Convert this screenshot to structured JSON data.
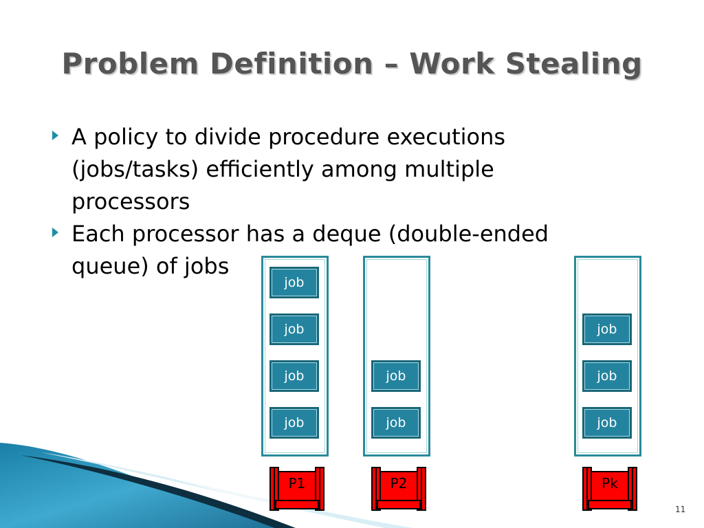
{
  "title": "Problem Definition – Work Stealing",
  "bullets": [
    "A policy to divide procedure executions (jobs/tasks) efficiently among multiple processors",
    "Each processor has a deque (double-ended queue) of jobs"
  ],
  "diagram": {
    "processors": [
      {
        "label": "P1",
        "jobs": [
          "job",
          "job",
          "job",
          "job"
        ]
      },
      {
        "label": "P2",
        "jobs": [
          "job",
          "job"
        ]
      },
      {
        "label": "Pk",
        "jobs": [
          "job",
          "job",
          "job"
        ]
      }
    ],
    "colors": {
      "job_fill": "#2484a0",
      "deque_border": "#2a8a9a",
      "processor_fill": "#ff0000"
    }
  },
  "slide_number": "11"
}
